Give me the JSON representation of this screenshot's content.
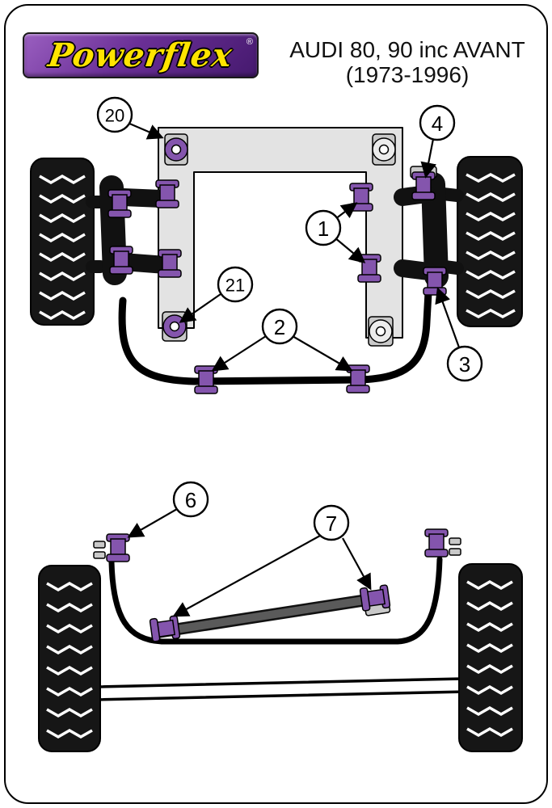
{
  "header": {
    "brand": "Powerflex",
    "registered_mark": "®",
    "title_line1": "AUDI 80, 90 inc AVANT",
    "title_line2": "(1973-1996)"
  },
  "callouts": {
    "item20": "20",
    "item4": "4",
    "item1": "1",
    "item21": "21",
    "item2": "2",
    "item3": "3",
    "item6": "6",
    "item7": "7"
  },
  "colors": {
    "bushing_purple": "#8455ad",
    "brand_purple": "#6a2f96",
    "brand_purple_light": "#9a5fc0",
    "brand_purple_dark": "#45196e",
    "brand_yellow": "#ffe400",
    "frame_gray": "#e3e3e3",
    "metal_gray": "#c9c9c9"
  }
}
